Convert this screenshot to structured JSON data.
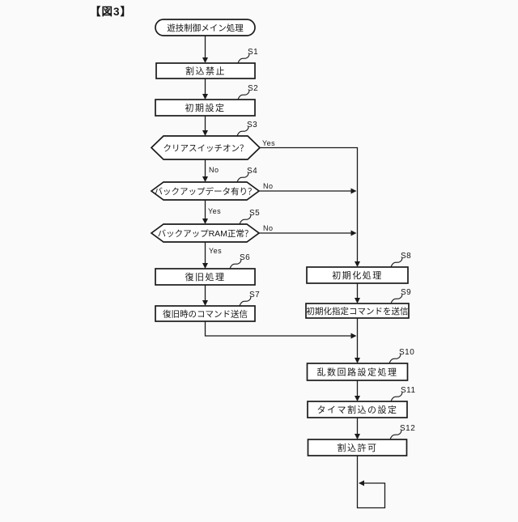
{
  "figure_label": "【図3】",
  "flowchart": {
    "start_label": "遊技制御メイン処理",
    "steps": {
      "s1": {
        "id": "S1",
        "label": "割込禁止"
      },
      "s2": {
        "id": "S2",
        "label": "初期設定"
      },
      "s3": {
        "id": "S3",
        "label": "クリアスイッチオン？",
        "yes": "Yes",
        "no": "No"
      },
      "s4": {
        "id": "S4",
        "label": "バックアップデータ有り？",
        "yes": "Yes",
        "no": "No"
      },
      "s5": {
        "id": "S5",
        "label": "バックアップRAM正常？",
        "yes": "Yes",
        "no": "No"
      },
      "s6": {
        "id": "S6",
        "label": "復旧処理"
      },
      "s7": {
        "id": "S7",
        "label": "復旧時のコマンド送信"
      },
      "s8": {
        "id": "S8",
        "label": "初期化処理"
      },
      "s9": {
        "id": "S9",
        "label": "初期化指定コマンドを送信"
      },
      "s10": {
        "id": "S10",
        "label": "乱数回路設定処理"
      },
      "s11": {
        "id": "S11",
        "label": "タイマ割込の設定"
      },
      "s12": {
        "id": "S12",
        "label": "割込許可"
      }
    }
  },
  "colors": {
    "line": "#1b1b1b",
    "background": "#fafafa",
    "node_fill": "#ffffff"
  }
}
